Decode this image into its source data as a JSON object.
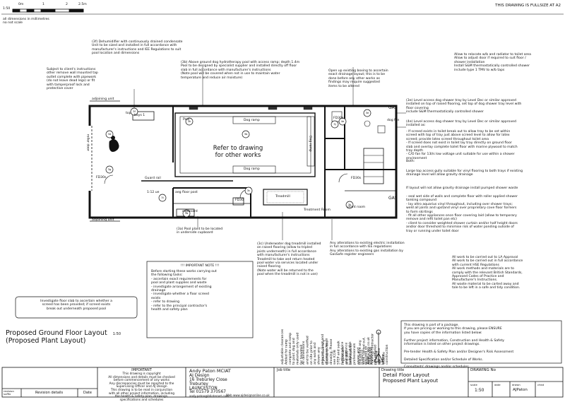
{
  "scale_bar": {
    "scale": "1:50",
    "ticks": [
      "0m",
      "1",
      "2",
      "2.5m"
    ],
    "note": "all dimensions in millimetres\nno not scale"
  },
  "fullsize_note": "THIS DRAWING IS FULLSIZE AT A2",
  "notes": {
    "dehumidifier": "(3f) Dehumidifier with continuously drained condensate\nUnit to be sized and installed in full accordance with\nmanufacturer's instructions and IEE Regulations to suit\npool location and dimensions",
    "clients_remove": "Subject to client's instructions\nother remove wall mounted tap\noutlet complete with pipework\n(do not leave dead legs) or fit\nwith tamperproof lock and\nprotective cover",
    "hydrotherapy_pool": "(3b) Above ground dog hydrotherapy pool with access ramp; depth 1.4m\nPool to be designed by specialist supplier and installed directly off floor\nslab in full accordance with manufacturer's instructions\n(Note pool will be covered when not in use to maintain water\ntemperature and reduce air moisture)",
    "drainage_layout": "Open up existing boxing to ascertain\nexact drainage layout; this is to be\ndone before any other works as\nfindings may require suggested\nitems to be altered",
    "radiator": "Allow to relocate w/b and radiator to toilet area\nAllow to adjust door if required to suit floor /\nshower installation\nInstall S&M thermostatically controlled shower\ninclude type 1 TMV to w/b taps",
    "shower_tray_3e": "(3e) Level access dog shower tray by Level Dec or similar approved\ninstalled on top of raised flooring, set top of dog shower tray level with\nfloor covering\ninclude S&M thermostatically controlled shower",
    "shower_tray_4e": "(4e) Level access dog shower tray by Level Dec or similar approved\ninstalled as:",
    "screed_list": "-  If screed exists in toilet break out to allow tray to be set within\n   screed with top of tray just above screed level to allow for latex\n   screed; provide latex screed throughout toilet area\n-  If screed does not exist in toilet lay tray directly on ground floor\n   slab and overlay complete toilet floor with marine plywood to match\n   tray depth\n-  C/O fan for 13l/s low voltage unit suitable for use within a shower\n   environment",
    "both_label": "Both:",
    "gully_note": "Large top access gully suitable for vinyl flooring to both trays if existing\ndrainage level will allow gravity drainage",
    "pumped_note": "If layout will not allow gravity drainage install pumped shower waste",
    "floor_list": "-  seal wet side of walls and complete floor with roller applied shower\n   tanking compound\n-  lay altro aquarius vinyl throughout, including over shower trays;\n   weld all joints and upstand vinyl over proprietary cove floor formers\n   to form skirtings\n-  fit all other appliances once floor covering laid (allow to temporary\n   remove and refit toilet pan etc)\n-  client to consider weighted shower curtain and/or half height doors\n   and/or door threshold to minimise risk of water ponding outside of\n   tray or running under toilet door",
    "treadmill": "(3c) Underwater dog treadmill installed\non raised flooring (allow to tripled\njoists underneath) in full accordance\nwith manufacturer's instructions\nTreadmill to take and return heated\npool water via services located under\nraised flooring\n(Note water will be returned to the\npool when the treadmill is not in use)",
    "pool_plant": "(3a) Pool plant to be located\nin underside cupboard",
    "electric": "Any alterations to existing electric installation\nin full accordance with IEE regulations\nAny alterations to existing gas installation by\nGasSafe register engineers",
    "important_note_title": "!!! IMPORTANT NOTE !!!",
    "important_note": "Before starting these works carrying out\nthe following tasks:\n-  ascertain exact requirements for\n   pool and plant supplies and waste\n-  investigate arrangement of existing\n   drainage\n-  investigate whether a floor screed\n   exists\n-  refer to drawing\n-  refer to the principal contractor's\n   health and safety plan",
    "investigate_screed": "Investigate floor slab to ascertain whether a\nscreed has been provided; if screed exists\nbreak out underneath proposed pool",
    "building_regs": "All work to be carried out to LA Approval\nAll work to be carried out in full accordance\nwith current HSE Regulations\nAll work methods and materials are to\ncomply with the relevant British Standards,\nApproved Codes of Practice and\nManufacturer's Instructions.\nAll waste material to be carted away and\ntale to be left in a safe and tidy condition.",
    "package_note": "This drawing is part of a package.\nIf you are pricing or working to this drawing, please ENSURE\nyou have copies of the information listed below:\n\nFurther project information, Construction and Health & Safety\ninformation is listed on other project drawings.\n\nPre-tender Health & Safety Plan and/or Designer's Risk Assessment\n\nDetailed Specification and/or Schedule of Works.\n\nConsultants' drawings and/or schedules."
  },
  "plan_labels": {
    "refer_drawing": "Refer to drawing\nfor other works",
    "dog_ramp_top": "Dog ramp",
    "dog_ramp_bottom": "Dog ramp",
    "dog_ramp_side": "Dog ramp",
    "pool": "Pool",
    "guard_rail": "Guard rail",
    "treadmill_label": "Treadmill",
    "treatment_room": "Treatment Room",
    "plant_room": "plant room",
    "cupboard": "cupboard",
    "wall_label": "1:12 ue",
    "post": "aeg floor post",
    "adjoining_top": "adjoining unit",
    "adjoining_bottom": "adjoining unit",
    "roller_door": "roller door",
    "top": "top",
    "gas_top": "GAS",
    "gas_bottom": "GAS",
    "fd30_a": "FD30s",
    "fd30_b": "FD30",
    "fd30_c": "FD30s",
    "fd30_d": "FD30s",
    "dog_fan": "dog fan",
    "bays": "bays 1"
  },
  "tags": [
    "3f",
    "3d",
    "3g",
    "3b",
    "3h",
    "3i",
    "3c",
    "3j",
    "3e",
    "3a",
    "4e",
    "3k"
  ],
  "side_columns": [
    "adjustable clearances\nAdded for ramp\ncomplete and ramp\nto pool; dog and\nmaterials only used\nfor treadmill",
    "All dimensions\nand to be verified\non site prior to\nany work and\nshown any\nrelevant client and\ndiscrepancies to",
    "If you have any\nqueries on this\ndrawing. Please\nsee ICDB\nSTEP and seek\nfurther advice\nand guidance\nlooking at this",
    "regulations\nand HSE\nbefore works\nprofessionals\naware and\nguidance\nrequired on\nGlobal site",
    "this before any\nwork carried out.\nTo be\nsupervised\nnot adhered\nwith it the\nbefore\nconstruction",
    "www.acitm.co.uk\nRunning contractor\nto follow\nthe\nwebsite"
  ],
  "title": {
    "line1": "Proposed Ground Floor Layout",
    "scale": "1:50",
    "line2": "(Proposed Plant Layout)"
  },
  "title_block": {
    "important_title": "IMPORTANT",
    "important_text": "This drawing is copyright\nAll dimensions and details must be checked\nbefore commencement of any works\nAny discrepancies must be reported to the\nSupervising Officer and AJ Design\nThis drawing is to be read in conjunction\nwith all other project information, including\nthe health & safety plan, drawings,\nspecifications and schedules",
    "revision_label": "revision\nsuffix",
    "revision_details": "Revision details",
    "date_label": "Date",
    "designer_name": "Andy Paton MCIAT",
    "company": "AJ Design",
    "address": "16 Treburley Close\nTreburley\nLAUNCESTON",
    "tel": "Tel 01579 370567",
    "email": "andy.paton@btinternet.com",
    "web": "Web www.ajdesignonline.co.uk",
    "job_title_label": "Job title",
    "drawing_title_label": "Drawing title",
    "drawing_title": "Detail Floor Layout\nProposed Plant Layout",
    "drawing_no_label": "DRAWING No",
    "scale_label": "scale",
    "scale_value": "1:50",
    "date_col": "date",
    "drawn_label": "drawn",
    "drawn_value": "AJPaton",
    "checked_label": "chkd"
  }
}
